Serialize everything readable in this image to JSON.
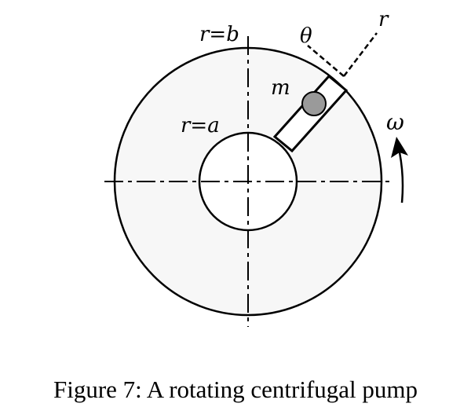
{
  "labels": {
    "outer_radius": "r=b",
    "inner_radius": "r=a",
    "mass": "m",
    "theta": "θ",
    "radial": "r",
    "omega": "ω"
  },
  "caption": "Figure 7: A rotating centrifugal pump",
  "colors": {
    "disk_fill": "#f7f7f7",
    "ball_fill": "#9a9a9a",
    "stroke": "#000000"
  }
}
